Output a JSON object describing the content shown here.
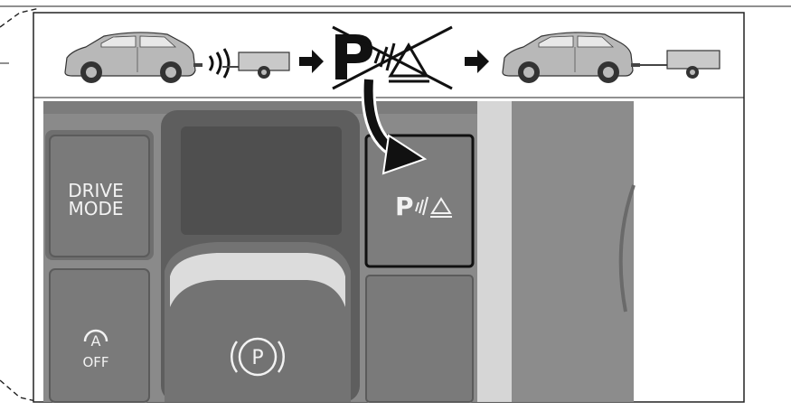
{
  "sequence": {
    "steps": [
      "car-towing-trailer-with-sensor-waves",
      "parking-assist-crossed-out",
      "car-towing-trailer"
    ],
    "arrow_color": "#111111"
  },
  "console": {
    "drive_mode_line1": "DRIVE",
    "drive_mode_line2": "MODE",
    "auto_hold_symbol": "A",
    "auto_hold_label": "OFF",
    "park_brake_symbol": "P",
    "park_assist_symbol": "P",
    "panel_color": "#8a8a8a",
    "pointer_arrow_color": "#111111"
  }
}
